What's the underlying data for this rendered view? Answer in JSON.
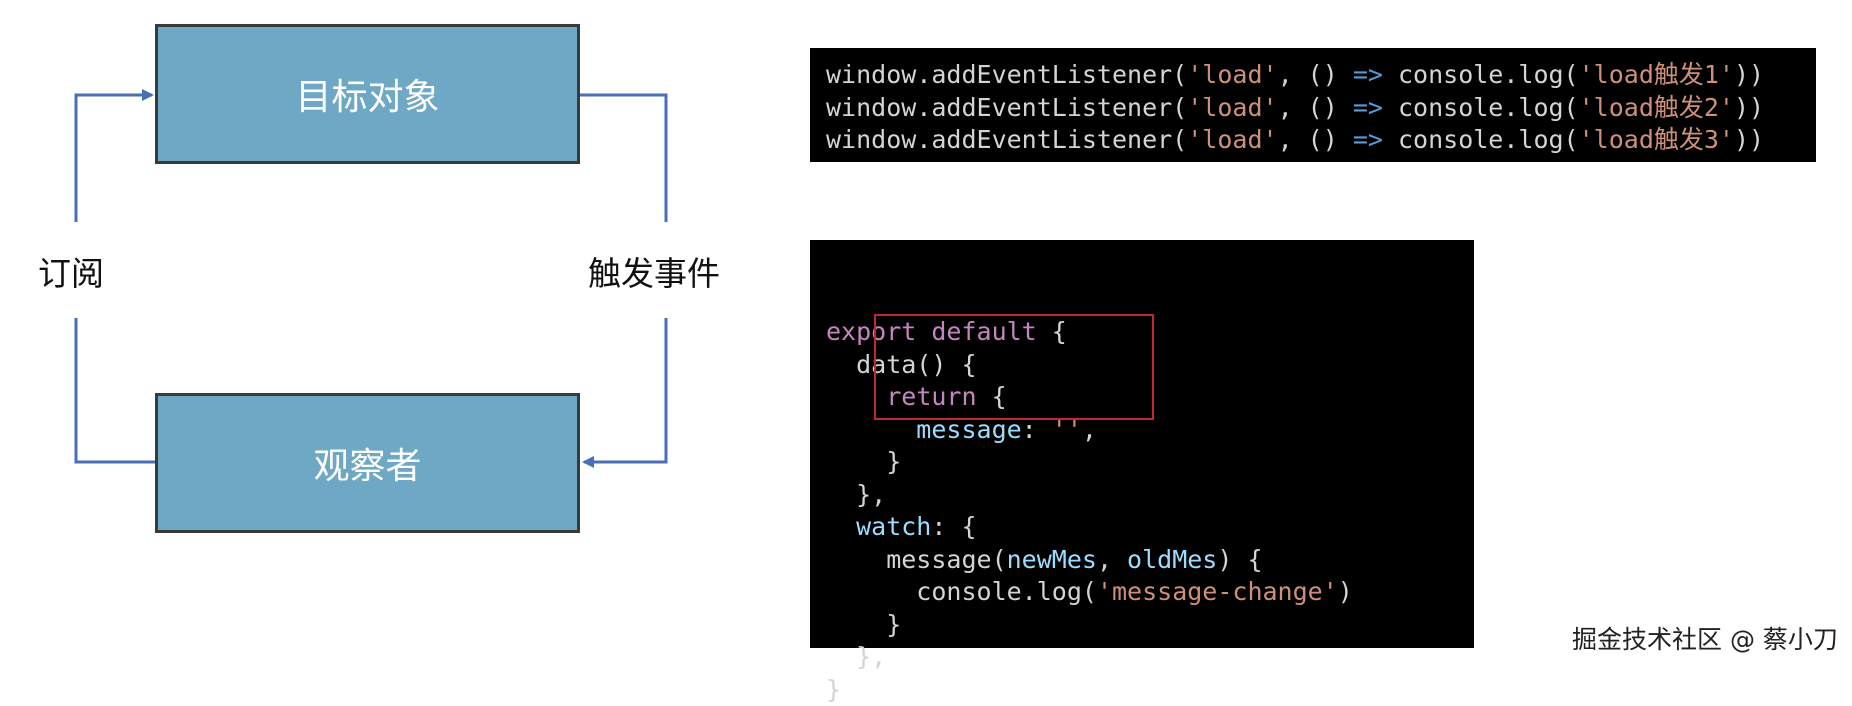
{
  "diagram": {
    "target_label": "目标对象",
    "observer_label": "观察者",
    "subscribe_label": "订阅",
    "trigger_label": "触发事件",
    "colors": {
      "box_fill": "#6fa8c5",
      "box_border": "#3a3a3a",
      "arrow": "#4a6fb5"
    }
  },
  "code_top": {
    "lines": [
      [
        {
          "t": "window",
          "c": "#d4d4d4"
        },
        {
          "t": ".addEventListener(",
          "c": "#d4d4d4"
        },
        {
          "t": "'load'",
          "c": "#ce9178"
        },
        {
          "t": ", () ",
          "c": "#d4d4d4"
        },
        {
          "t": "=>",
          "c": "#569cd6"
        },
        {
          "t": " console.log(",
          "c": "#d4d4d4"
        },
        {
          "t": "'load触发1'",
          "c": "#ce9178"
        },
        {
          "t": "))",
          "c": "#d4d4d4"
        }
      ],
      [
        {
          "t": "window",
          "c": "#d4d4d4"
        },
        {
          "t": ".addEventListener(",
          "c": "#d4d4d4"
        },
        {
          "t": "'load'",
          "c": "#ce9178"
        },
        {
          "t": ", () ",
          "c": "#d4d4d4"
        },
        {
          "t": "=>",
          "c": "#569cd6"
        },
        {
          "t": " console.log(",
          "c": "#d4d4d4"
        },
        {
          "t": "'load触发2'",
          "c": "#ce9178"
        },
        {
          "t": "))",
          "c": "#d4d4d4"
        }
      ],
      [
        {
          "t": "window",
          "c": "#d4d4d4"
        },
        {
          "t": ".addEventListener(",
          "c": "#d4d4d4"
        },
        {
          "t": "'load'",
          "c": "#ce9178"
        },
        {
          "t": ", () ",
          "c": "#d4d4d4"
        },
        {
          "t": "=>",
          "c": "#569cd6"
        },
        {
          "t": " console.log(",
          "c": "#d4d4d4"
        },
        {
          "t": "'load触发3'",
          "c": "#ce9178"
        },
        {
          "t": "))",
          "c": "#d4d4d4"
        }
      ]
    ]
  },
  "code_bottom": {
    "lines": [
      [
        {
          "t": "export default",
          "c": "#c586c0"
        },
        {
          "t": " {",
          "c": "#d4d4d4"
        }
      ],
      [
        {
          "t": "  data() {",
          "c": "#d4d4d4"
        }
      ],
      [
        {
          "t": "    ",
          "c": "#d4d4d4"
        },
        {
          "t": "return",
          "c": "#c586c0"
        },
        {
          "t": " {",
          "c": "#d4d4d4"
        }
      ],
      [
        {
          "t": "      message",
          "c": "#9cdcfe"
        },
        {
          "t": ": ",
          "c": "#d4d4d4"
        },
        {
          "t": "''",
          "c": "#ce9178"
        },
        {
          "t": ",",
          "c": "#d4d4d4"
        }
      ],
      [
        {
          "t": "    }",
          "c": "#d4d4d4"
        }
      ],
      [
        {
          "t": "  },",
          "c": "#d4d4d4"
        }
      ],
      [
        {
          "t": "  watch",
          "c": "#9cdcfe"
        },
        {
          "t": ": {",
          "c": "#d4d4d4"
        }
      ],
      [
        {
          "t": "    message(",
          "c": "#d4d4d4"
        },
        {
          "t": "newMes",
          "c": "#9cdcfe"
        },
        {
          "t": ", ",
          "c": "#d4d4d4"
        },
        {
          "t": "oldMes",
          "c": "#9cdcfe"
        },
        {
          "t": ") {",
          "c": "#d4d4d4"
        }
      ],
      [
        {
          "t": "      console.log(",
          "c": "#d4d4d4"
        },
        {
          "t": "'message-change'",
          "c": "#ce9178"
        },
        {
          "t": ")",
          "c": "#d4d4d4"
        }
      ],
      [
        {
          "t": "    }",
          "c": "#d4d4d4"
        }
      ],
      [
        {
          "t": "  },",
          "c": "#d4d4d4"
        }
      ],
      [
        {
          "t": "}",
          "c": "#d4d4d4"
        }
      ]
    ],
    "highlight_color": "#c0282d"
  },
  "watermark": "掘金技术社区 @ 蔡小刀"
}
